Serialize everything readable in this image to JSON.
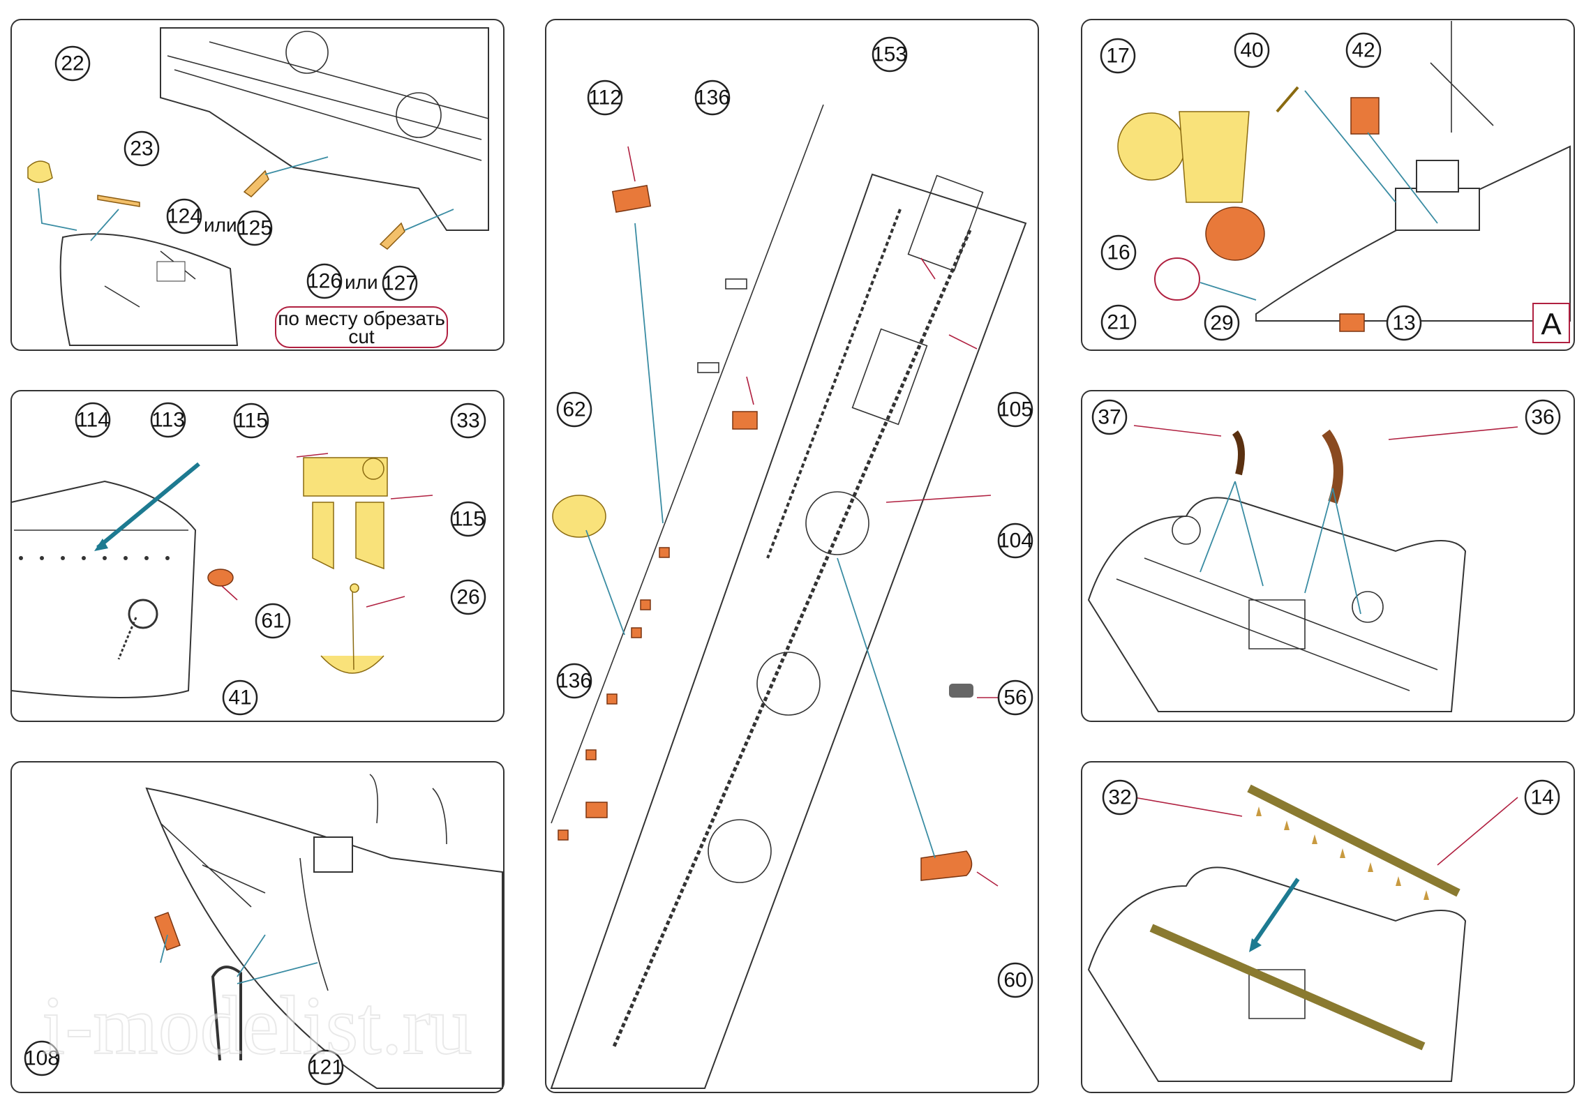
{
  "panels": {
    "p1": {
      "callouts": [
        "22",
        "23",
        "124",
        "125",
        "126",
        "127"
      ],
      "or_word": "или",
      "note_ru": "по месту обрезать",
      "note_en": "cut"
    },
    "p2": {
      "callouts": [
        "114",
        "113",
        "115",
        "33",
        "115",
        "61",
        "26",
        "41"
      ]
    },
    "p3": {
      "callouts": [
        "108",
        "121"
      ]
    },
    "p4": {
      "callouts": [
        "112",
        "136",
        "153",
        "62",
        "105",
        "104",
        "136",
        "56",
        "60"
      ]
    },
    "p5": {
      "callouts": [
        "17",
        "40",
        "42",
        "16",
        "21",
        "29",
        "13"
      ],
      "view_letter": "A"
    },
    "p6": {
      "callouts": [
        "37",
        "36"
      ]
    },
    "p7": {
      "callouts": [
        "32",
        "14"
      ]
    }
  },
  "watermark": "i-modelist.ru",
  "colors": {
    "leader_teal": "#3a8ca3",
    "leader_red": "#b02040",
    "brass": "#f3c06a",
    "copper": "#e8793a"
  }
}
